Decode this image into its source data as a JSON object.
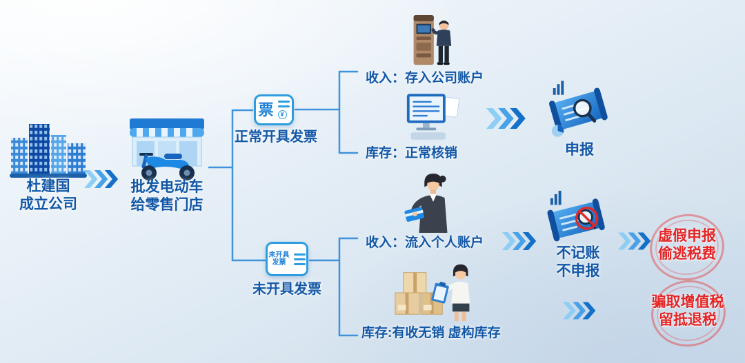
{
  "colors": {
    "text_blue": "#1257a6",
    "text_red": "#e42525",
    "connector_blue": "#3f93dc",
    "arrow_light": "#8ecdf4",
    "arrow_mid": "#49a2e8",
    "arrow_dark": "#1470c8"
  },
  "flow": {
    "company": {
      "line1": "杜建国",
      "line2": "成立公司"
    },
    "wholesale": {
      "line1": "批发电动车",
      "line2": "给零售门店"
    },
    "invoice": {
      "icon_char": "票",
      "icon_yen": "¥",
      "label": "正常开具发票",
      "income": "收入：存入公司账户",
      "inventory": "库存：正常核销",
      "result": "申报"
    },
    "no_invoice": {
      "icon_line1": "未开具",
      "icon_line2": "发票",
      "label": "未开具发票",
      "income": "收入：流入个人账户",
      "inventory": "库存:有收无销 虚构库存",
      "result_line1": "不记账",
      "result_line2": "不申报",
      "outcome_false_declaration_line1": "虚假申报",
      "outcome_false_declaration_line2": "偷逃税费",
      "outcome_vat_line1": "骗取增值税",
      "outcome_vat_line2": "留抵退税"
    }
  }
}
